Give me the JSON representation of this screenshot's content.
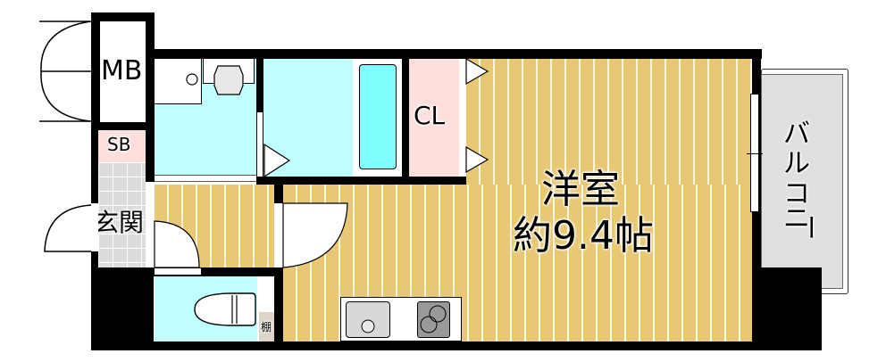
{
  "floor_plan": {
    "rooms": {
      "western_room": {
        "name": "洋室",
        "size": "約9.4帖"
      },
      "balcony": {
        "name": "バルコニー",
        "chars": [
          "バ",
          "ル",
          "コ",
          "ニ",
          "ー"
        ]
      },
      "closet": {
        "name": "CL"
      },
      "meter_box": {
        "name": "MB"
      },
      "shoe_box": {
        "name": "SB"
      },
      "entrance": {
        "name": "玄関"
      },
      "shelf": {
        "name": "棚"
      }
    },
    "colors": {
      "wall": "#000000",
      "floor_wood": "#e8c872",
      "floor_stripe": "#fff7dc",
      "water_area": "#bfffff",
      "bathtub": "#80ffff",
      "closet": "#ffdede",
      "entrance_tile": "#dcdcdc",
      "balcony": "#e0e0e0"
    }
  }
}
